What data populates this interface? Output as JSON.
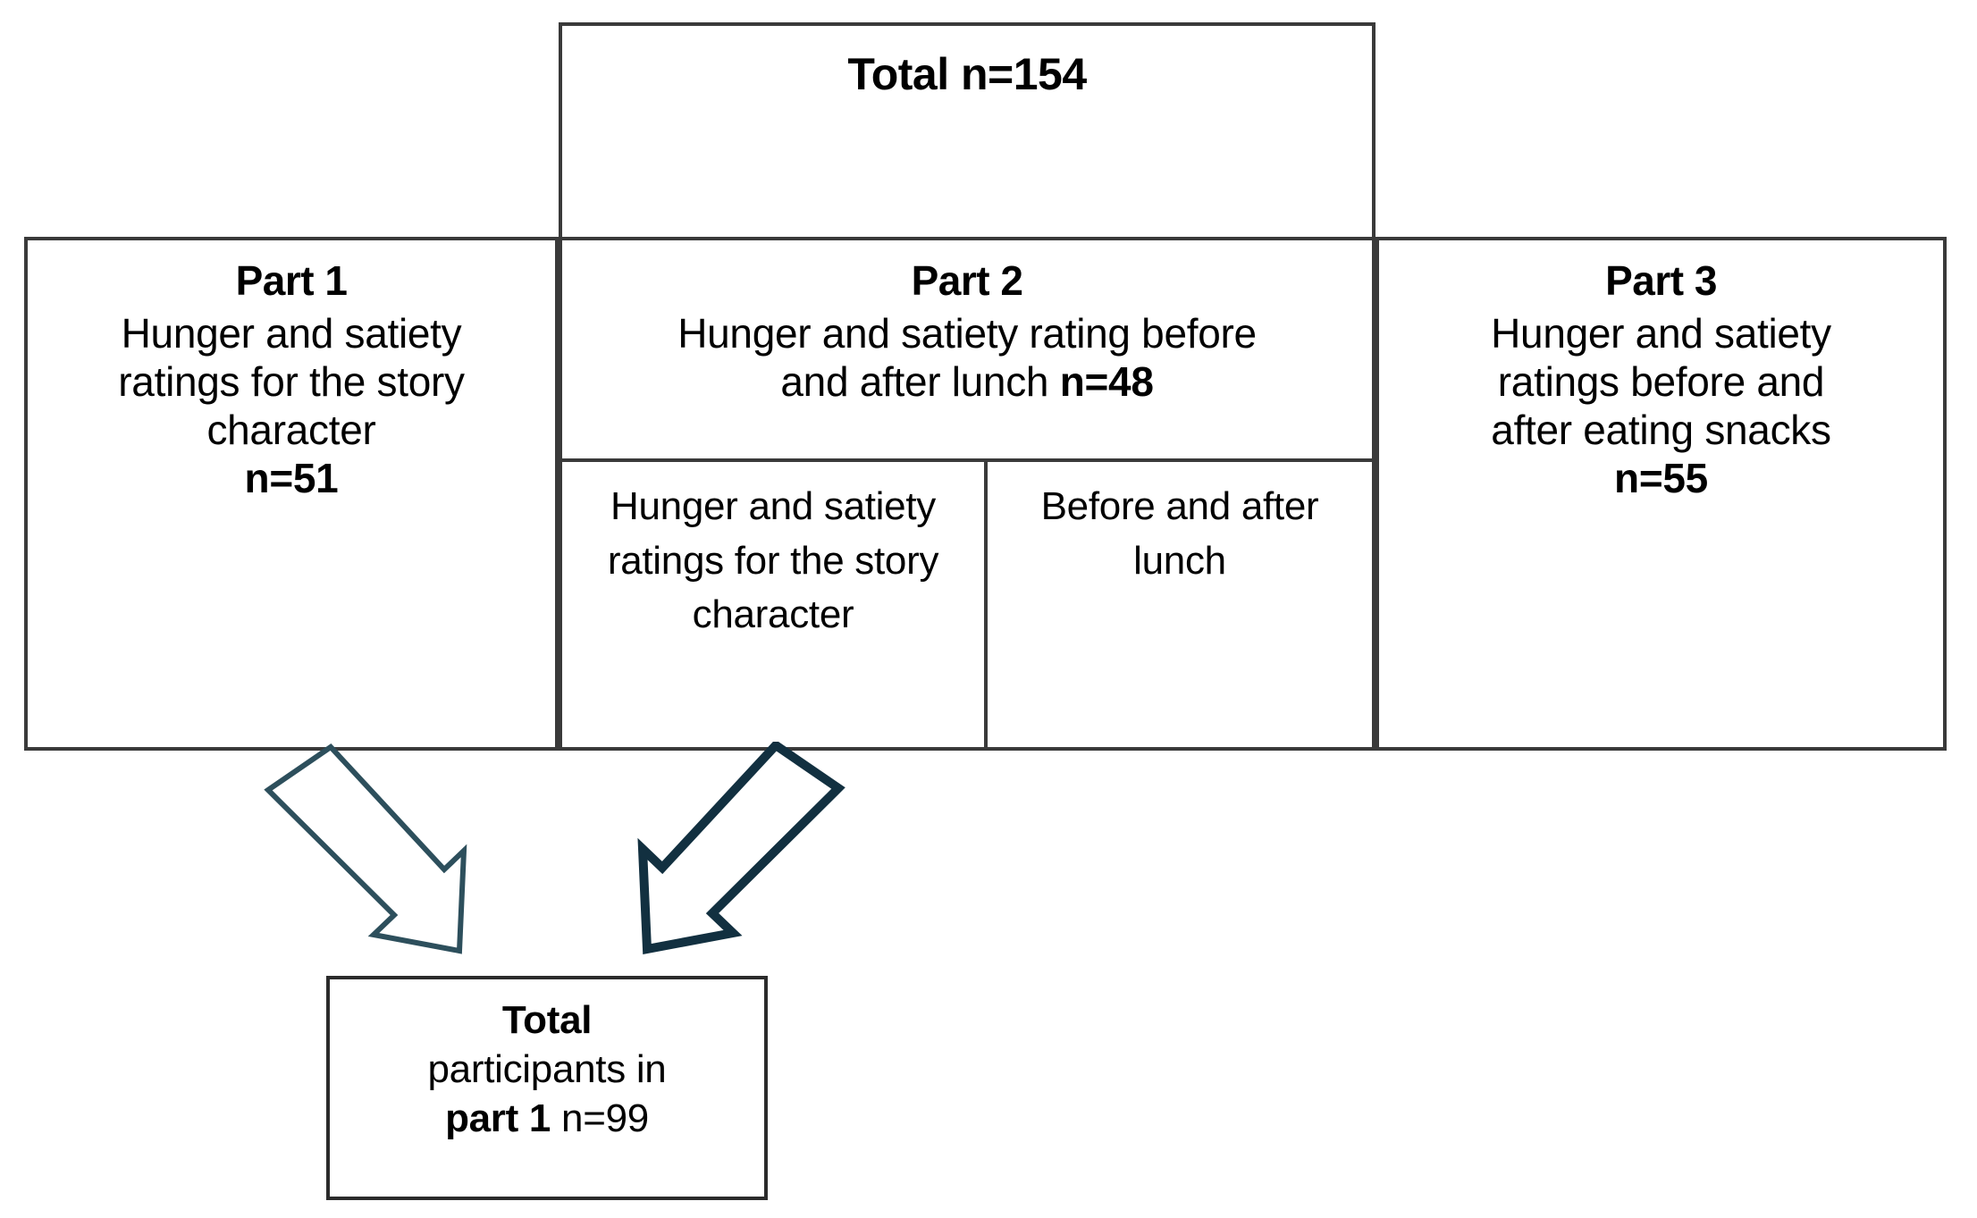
{
  "diagram": {
    "title_box": {
      "label": "Total n=154"
    },
    "parts": [
      {
        "id": "part1",
        "heading": "Part 1",
        "body_line1": "Hunger and satiety",
        "body_line2": "ratings for the story",
        "body_line3": "character",
        "n_label": "n=51"
      },
      {
        "id": "part2",
        "heading": "Part 2",
        "body_line1": "Hunger and satiety rating before",
        "body_line2_prefix": "and after lunch ",
        "n_label": "n=48",
        "subcells": [
          {
            "id": "part2-sub-left",
            "text": "Hunger and satiety ratings for the story character"
          },
          {
            "id": "part2-sub-right",
            "text": "Before and after lunch"
          }
        ]
      },
      {
        "id": "part3",
        "heading": "Part 3",
        "body_line1": "Hunger and satiety",
        "body_line2": "ratings before and",
        "body_line3": "after eating snacks",
        "n_label": "n=55"
      }
    ],
    "bottom_box": {
      "line1": "Total",
      "line2": "participants in",
      "line3_bold": "part 1",
      "line3_rest": " n=99"
    },
    "arrows": [
      {
        "id": "arrow-from-part1",
        "direction": "down-right",
        "color": "#2d4f5c"
      },
      {
        "id": "arrow-from-part2",
        "direction": "down-left",
        "color": "#123040"
      }
    ],
    "colors": {
      "box_border": "#3a3a3a",
      "bottom_box_border": "#2b2b2b",
      "text": "#000000",
      "background": "#ffffff",
      "arrow_light": "#2d4f5c",
      "arrow_dark": "#123040"
    }
  }
}
